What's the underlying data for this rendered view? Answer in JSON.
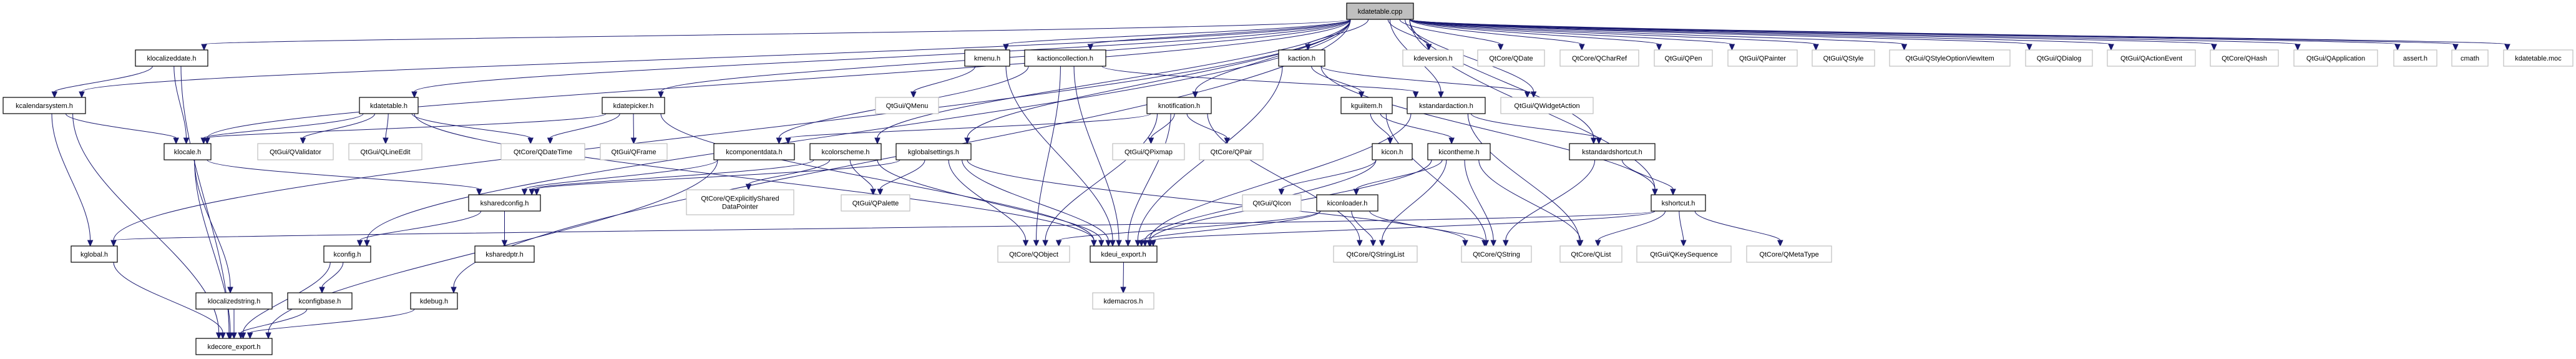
{
  "diagram": {
    "title": "kdatetable.cpp include dependency graph",
    "colors": {
      "edge": "#191970",
      "root_fill": "#bfbfbf",
      "local_border": "#000000",
      "external_border": "#bfbfbf"
    },
    "nodes": [
      {
        "id": "kdatetable_cpp",
        "label": "kdatetable.cpp",
        "kind": "root"
      },
      {
        "id": "klocalizeddate_h",
        "label": "klocalizeddate.h",
        "kind": "local"
      },
      {
        "id": "kmenu_h",
        "label": "kmenu.h",
        "kind": "local"
      },
      {
        "id": "kactioncollection_h",
        "label": "kactioncollection.h",
        "kind": "local"
      },
      {
        "id": "kaction_h",
        "label": "kaction.h",
        "kind": "local"
      },
      {
        "id": "kdeversion_h",
        "label": "kdeversion.h",
        "kind": "external"
      },
      {
        "id": "QDate",
        "label": "QtCore/QDate",
        "kind": "external"
      },
      {
        "id": "QCharRef",
        "label": "QtCore/QCharRef",
        "kind": "external"
      },
      {
        "id": "QPen",
        "label": "QtGui/QPen",
        "kind": "external"
      },
      {
        "id": "QPainter",
        "label": "QtGui/QPainter",
        "kind": "external"
      },
      {
        "id": "QStyle",
        "label": "QtGui/QStyle",
        "kind": "external"
      },
      {
        "id": "QStyleOptionViewItem",
        "label": "QtGui/QStyleOptionViewItem",
        "kind": "external"
      },
      {
        "id": "QDialog",
        "label": "QtGui/QDialog",
        "kind": "external"
      },
      {
        "id": "QActionEvent",
        "label": "QtGui/QActionEvent",
        "kind": "external"
      },
      {
        "id": "QHash",
        "label": "QtCore/QHash",
        "kind": "external"
      },
      {
        "id": "QApplication",
        "label": "QtGui/QApplication",
        "kind": "external"
      },
      {
        "id": "assert_h",
        "label": "assert.h",
        "kind": "external"
      },
      {
        "id": "cmath",
        "label": "cmath",
        "kind": "external"
      },
      {
        "id": "kdatetable_moc",
        "label": "kdatetable.moc",
        "kind": "external"
      },
      {
        "id": "kcalendarsystem_h",
        "label": "kcalendarsystem.h",
        "kind": "local"
      },
      {
        "id": "kdatetable_h",
        "label": "kdatetable.h",
        "kind": "local"
      },
      {
        "id": "kdatepicker_h",
        "label": "kdatepicker.h",
        "kind": "local"
      },
      {
        "id": "QMenu",
        "label": "QtGui/QMenu",
        "kind": "external"
      },
      {
        "id": "knotification_h",
        "label": "knotification.h",
        "kind": "local"
      },
      {
        "id": "kguiitem_h",
        "label": "kguiitem.h",
        "kind": "local"
      },
      {
        "id": "kstandardaction_h",
        "label": "kstandardaction.h",
        "kind": "local"
      },
      {
        "id": "QWidgetAction",
        "label": "QtGui/QWidgetAction",
        "kind": "external"
      },
      {
        "id": "klocale_h",
        "label": "klocale.h",
        "kind": "local"
      },
      {
        "id": "QValidator",
        "label": "QtGui/QValidator",
        "kind": "external"
      },
      {
        "id": "QLineEdit",
        "label": "QtGui/QLineEdit",
        "kind": "external"
      },
      {
        "id": "QDateTime",
        "label": "QtCore/QDateTime",
        "kind": "external"
      },
      {
        "id": "QFrame",
        "label": "QtGui/QFrame",
        "kind": "external"
      },
      {
        "id": "kcomponentdata_h",
        "label": "kcomponentdata.h",
        "kind": "local"
      },
      {
        "id": "kcolorscheme_h",
        "label": "kcolorscheme.h",
        "kind": "local"
      },
      {
        "id": "kglobalsettings_h",
        "label": "kglobalsettings.h",
        "kind": "local"
      },
      {
        "id": "QPixmap",
        "label": "QtGui/QPixmap",
        "kind": "external"
      },
      {
        "id": "QPair",
        "label": "QtCore/QPair",
        "kind": "external"
      },
      {
        "id": "kicon_h",
        "label": "kicon.h",
        "kind": "local"
      },
      {
        "id": "kicontheme_h",
        "label": "kicontheme.h",
        "kind": "local"
      },
      {
        "id": "kstandardshortcut_h",
        "label": "kstandardshortcut.h",
        "kind": "local"
      },
      {
        "id": "ksharedconfig_h",
        "label": "ksharedconfig.h",
        "kind": "local"
      },
      {
        "id": "QExplicitlySharedDataPointer",
        "label": "QtCore/QExplicitlyShared\nDataPointer",
        "kind": "external"
      },
      {
        "id": "QPalette",
        "label": "QtGui/QPalette",
        "kind": "external"
      },
      {
        "id": "QIcon",
        "label": "QtGui/QIcon",
        "kind": "external"
      },
      {
        "id": "kiconloader_h",
        "label": "kiconloader.h",
        "kind": "local"
      },
      {
        "id": "kshortcut_h",
        "label": "kshortcut.h",
        "kind": "local"
      },
      {
        "id": "kglobal_h",
        "label": "kglobal.h",
        "kind": "local"
      },
      {
        "id": "kconfig_h",
        "label": "kconfig.h",
        "kind": "local"
      },
      {
        "id": "ksharedptr_h",
        "label": "ksharedptr.h",
        "kind": "local"
      },
      {
        "id": "QObject",
        "label": "QtCore/QObject",
        "kind": "external"
      },
      {
        "id": "kdeui_export_h",
        "label": "kdeui_export.h",
        "kind": "local"
      },
      {
        "id": "QStringList",
        "label": "QtCore/QStringList",
        "kind": "external"
      },
      {
        "id": "QString",
        "label": "QtCore/QString",
        "kind": "external"
      },
      {
        "id": "QList",
        "label": "QtCore/QList",
        "kind": "external"
      },
      {
        "id": "QKeySequence",
        "label": "QtGui/QKeySequence",
        "kind": "external"
      },
      {
        "id": "QMetaType",
        "label": "QtCore/QMetaType",
        "kind": "external"
      },
      {
        "id": "klocalizedstring_h",
        "label": "klocalizedstring.h",
        "kind": "local"
      },
      {
        "id": "kconfigbase_h",
        "label": "kconfigbase.h",
        "kind": "local"
      },
      {
        "id": "kdebug_h",
        "label": "kdebug.h",
        "kind": "local"
      },
      {
        "id": "kdemacros_h",
        "label": "kdemacros.h",
        "kind": "external"
      },
      {
        "id": "kdecore_export_h",
        "label": "kdecore_export.h",
        "kind": "local"
      }
    ],
    "edges": [
      [
        "kdatetable_cpp",
        "kcalendarsystem_h"
      ],
      [
        "kdatetable_cpp",
        "kglobal_h"
      ],
      [
        "kdatetable_cpp",
        "klocalizeddate_h"
      ],
      [
        "kdatetable_cpp",
        "kdatetable_h"
      ],
      [
        "kdatetable_cpp",
        "kconfig_h"
      ],
      [
        "kdatetable_cpp",
        "kdebug_h"
      ],
      [
        "kdatetable_cpp",
        "kdatepicker_h"
      ],
      [
        "kdatetable_cpp",
        "klocale_h"
      ],
      [
        "kdatetable_cpp",
        "kcolorscheme_h"
      ],
      [
        "kdatetable_cpp",
        "kglobalsettings_h"
      ],
      [
        "kdatetable_cpp",
        "kmenu_h"
      ],
      [
        "kdatetable_cpp",
        "kactioncollection_h"
      ],
      [
        "kdatetable_cpp",
        "knotification_h"
      ],
      [
        "kdatetable_cpp",
        "kaction_h"
      ],
      [
        "kdatetable_cpp",
        "kstandardaction_h"
      ],
      [
        "kdatetable_cpp",
        "kstandardshortcut_h"
      ],
      [
        "kdatetable_cpp",
        "kshortcut_h"
      ],
      [
        "kdatetable_cpp",
        "kdeversion_h"
      ],
      [
        "kdatetable_cpp",
        "QDate"
      ],
      [
        "kdatetable_cpp",
        "QCharRef"
      ],
      [
        "kdatetable_cpp",
        "QPen"
      ],
      [
        "kdatetable_cpp",
        "QPainter"
      ],
      [
        "kdatetable_cpp",
        "QStyle"
      ],
      [
        "kdatetable_cpp",
        "QStyleOptionViewItem"
      ],
      [
        "kdatetable_cpp",
        "QDialog"
      ],
      [
        "kdatetable_cpp",
        "QActionEvent"
      ],
      [
        "kdatetable_cpp",
        "QHash"
      ],
      [
        "kdatetable_cpp",
        "QApplication"
      ],
      [
        "kdatetable_cpp",
        "assert_h"
      ],
      [
        "kdatetable_cpp",
        "cmath"
      ],
      [
        "kdatetable_cpp",
        "kdatetable_moc"
      ],
      [
        "kdatetable_cpp",
        "QWidgetAction"
      ],
      [
        "klocalizeddate_h",
        "kcalendarsystem_h"
      ],
      [
        "klocalizeddate_h",
        "klocale_h"
      ],
      [
        "klocalizeddate_h",
        "kdecore_export_h"
      ],
      [
        "kcalendarsystem_h",
        "klocale_h"
      ],
      [
        "kcalendarsystem_h",
        "kglobal_h"
      ],
      [
        "kcalendarsystem_h",
        "kdecore_export_h"
      ],
      [
        "kdatetable_h",
        "klocale_h"
      ],
      [
        "kdatetable_h",
        "QValidator"
      ],
      [
        "kdatetable_h",
        "QLineEdit"
      ],
      [
        "kdatetable_h",
        "QDateTime"
      ],
      [
        "kdatetable_h",
        "kdeui_export_h"
      ],
      [
        "kdatepicker_h",
        "klocale_h"
      ],
      [
        "kdatepicker_h",
        "QDateTime"
      ],
      [
        "kdatepicker_h",
        "QFrame"
      ],
      [
        "kdatepicker_h",
        "kdeui_export_h"
      ],
      [
        "klocale_h",
        "ksharedconfig_h"
      ],
      [
        "klocale_h",
        "klocalizedstring_h"
      ],
      [
        "klocale_h",
        "kdecore_export_h"
      ],
      [
        "kcomponentdata_h",
        "ksharedconfig_h"
      ],
      [
        "kcomponentdata_h",
        "kdecore_export_h"
      ],
      [
        "kcolorscheme_h",
        "ksharedconfig_h"
      ],
      [
        "kcolorscheme_h",
        "QExplicitlySharedDataPointer"
      ],
      [
        "kcolorscheme_h",
        "QPalette"
      ],
      [
        "kcolorscheme_h",
        "kdeui_export_h"
      ],
      [
        "kglobalsettings_h",
        "ksharedconfig_h"
      ],
      [
        "kglobalsettings_h",
        "QPalette"
      ],
      [
        "kglobalsettings_h",
        "QObject"
      ],
      [
        "kglobalsettings_h",
        "kdeui_export_h"
      ],
      [
        "kglobalsettings_h",
        "QString"
      ],
      [
        "ksharedconfig_h",
        "kconfig_h"
      ],
      [
        "ksharedconfig_h",
        "ksharedptr_h"
      ],
      [
        "kconfig_h",
        "kconfigbase_h"
      ],
      [
        "kconfig_h",
        "kdecore_export_h"
      ],
      [
        "kconfigbase_h",
        "kdecore_export_h"
      ],
      [
        "klocalizedstring_h",
        "kdecore_export_h"
      ],
      [
        "kglobal_h",
        "kdecore_export_h"
      ],
      [
        "kdebug_h",
        "kdecore_export_h"
      ],
      [
        "kmenu_h",
        "QMenu"
      ],
      [
        "kmenu_h",
        "kdeui_export_h"
      ],
      [
        "kactioncollection_h",
        "kcomponentdata_h"
      ],
      [
        "kactioncollection_h",
        "QObject"
      ],
      [
        "kactioncollection_h",
        "kdeui_export_h"
      ],
      [
        "kactioncollection_h",
        "kstandardaction_h"
      ],
      [
        "knotification_h",
        "kcomponentdata_h"
      ],
      [
        "knotification_h",
        "QObject"
      ],
      [
        "knotification_h",
        "QPixmap"
      ],
      [
        "knotification_h",
        "QPair"
      ],
      [
        "knotification_h",
        "kdeui_export_h"
      ],
      [
        "knotification_h",
        "QStringList"
      ],
      [
        "kaction_h",
        "kguiitem_h"
      ],
      [
        "kaction_h",
        "QWidgetAction"
      ],
      [
        "kaction_h",
        "kdeui_export_h"
      ],
      [
        "kaction_h",
        "kshortcut_h"
      ],
      [
        "kguiitem_h",
        "kicon_h"
      ],
      [
        "kguiitem_h",
        "kicontheme_h"
      ],
      [
        "kguiitem_h",
        "QString"
      ],
      [
        "kstandardaction_h",
        "kstandardshortcut_h"
      ],
      [
        "kstandardaction_h",
        "QList"
      ],
      [
        "kstandardaction_h",
        "kdeui_export_h"
      ],
      [
        "kicon_h",
        "QIcon"
      ],
      [
        "kicon_h",
        "kdeui_export_h"
      ],
      [
        "kicontheme_h",
        "kiconloader_h"
      ],
      [
        "kicontheme_h",
        "QStringList"
      ],
      [
        "kicontheme_h",
        "QString"
      ],
      [
        "kicontheme_h",
        "QList"
      ],
      [
        "kicontheme_h",
        "kdeui_export_h"
      ],
      [
        "kiconloader_h",
        "QStringList"
      ],
      [
        "kiconloader_h",
        "QString"
      ],
      [
        "kiconloader_h",
        "kdeui_export_h"
      ],
      [
        "kiconloader_h",
        "QObject"
      ],
      [
        "kstandardshortcut_h",
        "kshortcut_h"
      ],
      [
        "kstandardshortcut_h",
        "QString"
      ],
      [
        "kshortcut_h",
        "QKeySequence"
      ],
      [
        "kshortcut_h",
        "QMetaType"
      ],
      [
        "kshortcut_h",
        "QList"
      ],
      [
        "kshortcut_h",
        "kdeui_export_h"
      ],
      [
        "kshortcut_h",
        "kglobal_h"
      ],
      [
        "kdeui_export_h",
        "kdemacros_h"
      ]
    ]
  }
}
